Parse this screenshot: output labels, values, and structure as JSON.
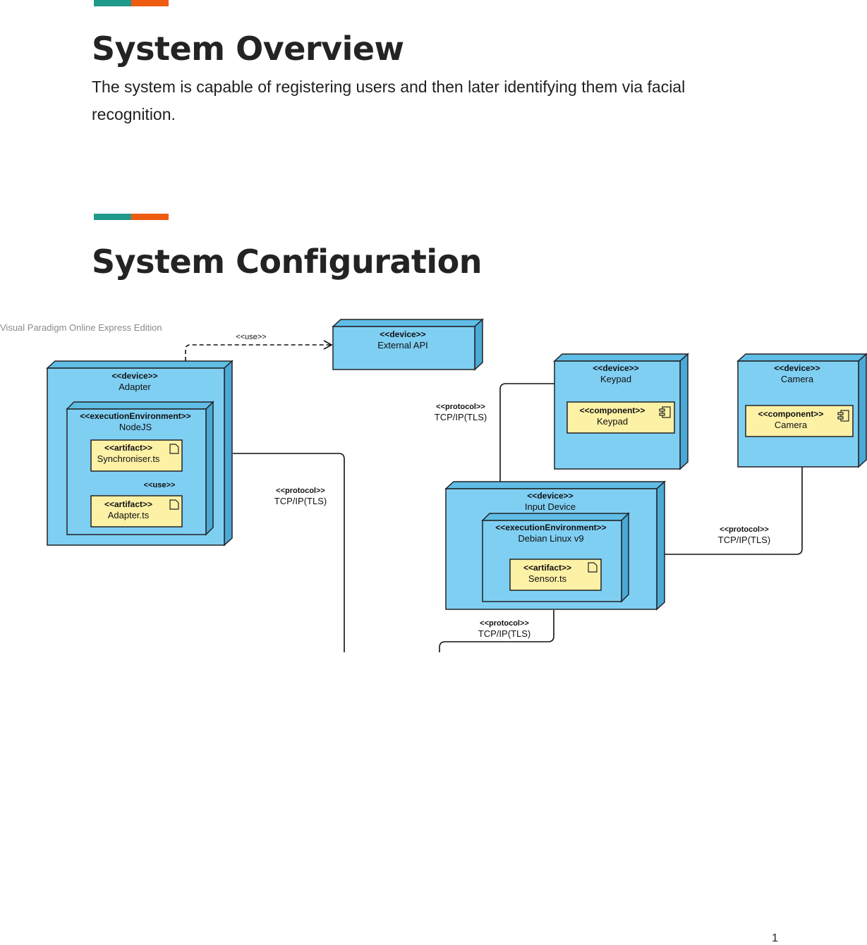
{
  "colors": {
    "accent_teal": "#1f9a8a",
    "accent_orange": "#ee5c12",
    "device_fill": "#7fcff3",
    "artifact_fill": "#fdf1a6"
  },
  "overview": {
    "title": "System Overview",
    "body": "The system is capable of registering users and then later identifying them via facial recognition."
  },
  "configuration": {
    "title": "System Configuration"
  },
  "diagram": {
    "watermark": "Visual Paradigm Online Express Edition",
    "use_label": "<<use>>",
    "external_api": {
      "stereotype": "<<device>>",
      "name": "External API"
    },
    "adapter": {
      "stereotype": "<<device>>",
      "name": "Adapter",
      "env_stereotype": "<<executionEnvironment>>",
      "env_name": "NodeJS",
      "artifact_stereotype": "<<artifact>>",
      "artifact1": "Synchroniser.ts",
      "artifact2": "Adapter.ts",
      "use_label": "<<use>>"
    },
    "keypad": {
      "stereotype": "<<device>>",
      "name": "Keypad",
      "component_stereotype": "<<component>>",
      "component_name": "Keypad"
    },
    "camera": {
      "stereotype": "<<device>>",
      "name": "Camera",
      "component_stereotype": "<<component>>",
      "component_name": "Camera"
    },
    "input_device": {
      "stereotype": "<<device>>",
      "name": "Input Device",
      "env_stereotype": "<<executionEnvironment>>",
      "env_name": "Debian Linux v9",
      "artifact_stereotype": "<<artifact>>",
      "artifact_name": "Sensor.ts"
    },
    "protocol_stereotype": "<<protocol>>",
    "protocol_name": "TCP/IP(TLS)"
  },
  "page_number": "1"
}
